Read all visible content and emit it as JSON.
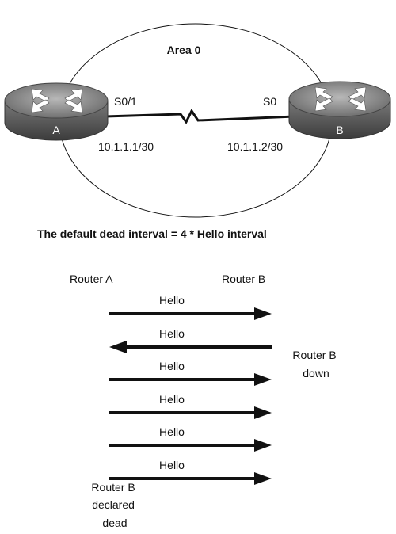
{
  "topology": {
    "area_label": "Area 0",
    "router_a": {
      "name": "A",
      "interface": "S0/1",
      "ip": "10.1.1.1/30"
    },
    "router_b": {
      "name": "B",
      "interface": "S0",
      "ip": "10.1.1.2/30"
    }
  },
  "caption": "The default dead interval = 4 * Hello interval",
  "sequence": {
    "left_header": "Router A",
    "right_header": "Router B",
    "messages": [
      {
        "label": "Hello",
        "direction": "right"
      },
      {
        "label": "Hello",
        "direction": "left"
      },
      {
        "label": "Hello",
        "direction": "right"
      },
      {
        "label": "Hello",
        "direction": "right"
      },
      {
        "label": "Hello",
        "direction": "right"
      },
      {
        "label": "Hello",
        "direction": "right"
      }
    ],
    "down_note": [
      "Router B",
      "down"
    ],
    "dead_note": [
      "Router B",
      "declared",
      "dead"
    ]
  }
}
